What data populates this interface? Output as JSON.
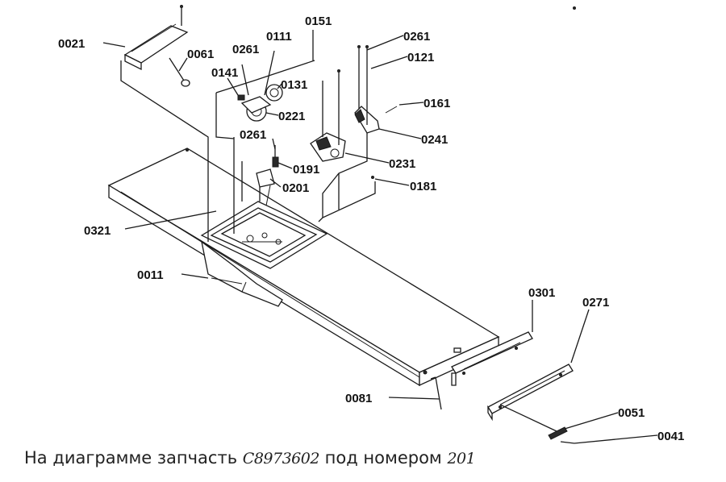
{
  "labels": {
    "l0021": "0021",
    "l0061": "0061",
    "l0141": "0141",
    "l0261a": "0261",
    "l0111": "0111",
    "l0151": "0151",
    "l0131": "0131",
    "l0221": "0221",
    "l0261b": "0261",
    "l0191": "0191",
    "l0201": "0201",
    "l0261c": "0261",
    "l0121": "0121",
    "l0161": "0161",
    "l0241": "0241",
    "l0231": "0231",
    "l0181": "0181",
    "l0321": "0321",
    "l0011": "0011",
    "l0301": "0301",
    "l0271": "0271",
    "l0081": "0081",
    "l0051": "0051",
    "l0041": "0041"
  },
  "caption": {
    "prefix": "На диаграмме запчасть",
    "part_number": "C8973602",
    "middle": "под номером",
    "position_number": "201"
  }
}
